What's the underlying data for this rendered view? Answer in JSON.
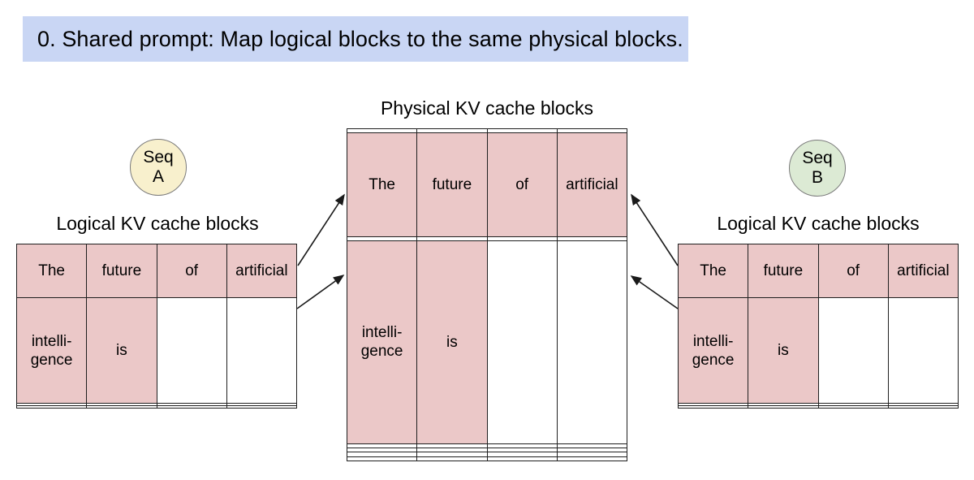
{
  "banner": {
    "text": "0. Shared prompt: Map logical blocks to the same physical blocks."
  },
  "physical": {
    "title": "Physical KV cache blocks",
    "rows": [
      [
        "",
        "",
        "",
        ""
      ],
      [
        "The",
        "future",
        "of",
        "artificial"
      ],
      [
        "",
        "",
        "",
        ""
      ],
      [
        "intelli-\ngence",
        "is",
        "",
        ""
      ],
      [
        "",
        "",
        "",
        ""
      ],
      [
        "",
        "",
        "",
        ""
      ],
      [
        "",
        "",
        "",
        ""
      ],
      [
        "",
        "",
        "",
        ""
      ]
    ]
  },
  "seq_a": {
    "line1": "Seq",
    "line2": "A"
  },
  "seq_b": {
    "line1": "Seq",
    "line2": "B"
  },
  "left_logical": {
    "title": "Logical KV cache blocks",
    "rows": [
      [
        "The",
        "future",
        "of",
        "artificial"
      ],
      [
        "intelli-\ngence",
        "is",
        "",
        ""
      ],
      [
        "",
        "",
        "",
        ""
      ],
      [
        "",
        "",
        "",
        ""
      ]
    ]
  },
  "right_logical": {
    "title": "Logical KV cache blocks",
    "rows": [
      [
        "The",
        "future",
        "of",
        "artificial"
      ],
      [
        "intelli-\ngence",
        "is",
        "",
        ""
      ],
      [
        "",
        "",
        "",
        ""
      ],
      [
        "",
        "",
        "",
        ""
      ]
    ]
  },
  "colors": {
    "banner_bg": "#c9d6f4",
    "highlight": "#ebc8c8",
    "seq_a_bg": "#f8f0cd",
    "seq_b_bg": "#dcead4"
  }
}
